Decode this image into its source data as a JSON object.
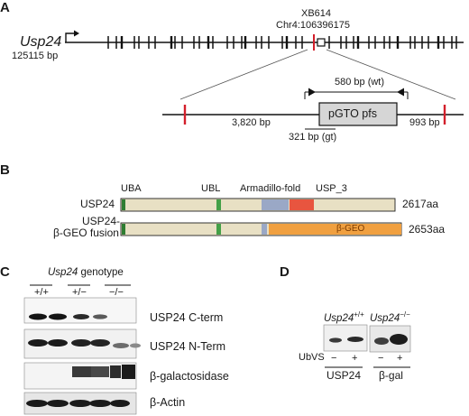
{
  "panelA": {
    "letter": "A",
    "gene": "Usp24",
    "length": "125115 bp",
    "trap_id": "XB614",
    "trap_coord": "Chr4:106396175",
    "wt_len": "580 bp (wt)",
    "cassette": "pGTO pfs",
    "left_len": "3,820 bp",
    "right_len": "993 bp",
    "gt_len": "321 bp (gt)"
  },
  "panelB": {
    "letter": "B",
    "label_uba": "UBA",
    "label_ubl": "UBL",
    "label_arm": "Armadillo-fold",
    "label_usp3": "USP_3",
    "row1_name": "USP24",
    "row1_len": "2617aa",
    "row2_name_line1": "USP24-",
    "row2_name_line2": "β-GEO fusion",
    "row2_len": "2653aa",
    "beta_geo": "β-GEO",
    "colors": {
      "body": "#e8e0c4",
      "uba": "#2e7d32",
      "ubl": "#43a047",
      "arm": "#9aa8c6",
      "usp3": "#e8553f",
      "bgeo": "#f0a040"
    }
  },
  "panelC": {
    "letter": "C",
    "genotype_gene": "Usp24",
    "genotype_word": " genotype",
    "lanes": [
      "+/+",
      "+/−",
      "−/−"
    ],
    "blots": [
      "USP24 C-term",
      "USP24 N-Term",
      "β-galactosidase",
      "β-Actin"
    ]
  },
  "panelD": {
    "letter": "D",
    "h1_gene": "Usp24",
    "h1_sup": "+/+",
    "h2_gene": "Usp24",
    "h2_sup": "−/−",
    "ubvs_label": "UbVS",
    "signs": [
      "−",
      "+",
      "−",
      "+"
    ],
    "label_usp24": "USP24",
    "label_bgal": "β-gal"
  }
}
